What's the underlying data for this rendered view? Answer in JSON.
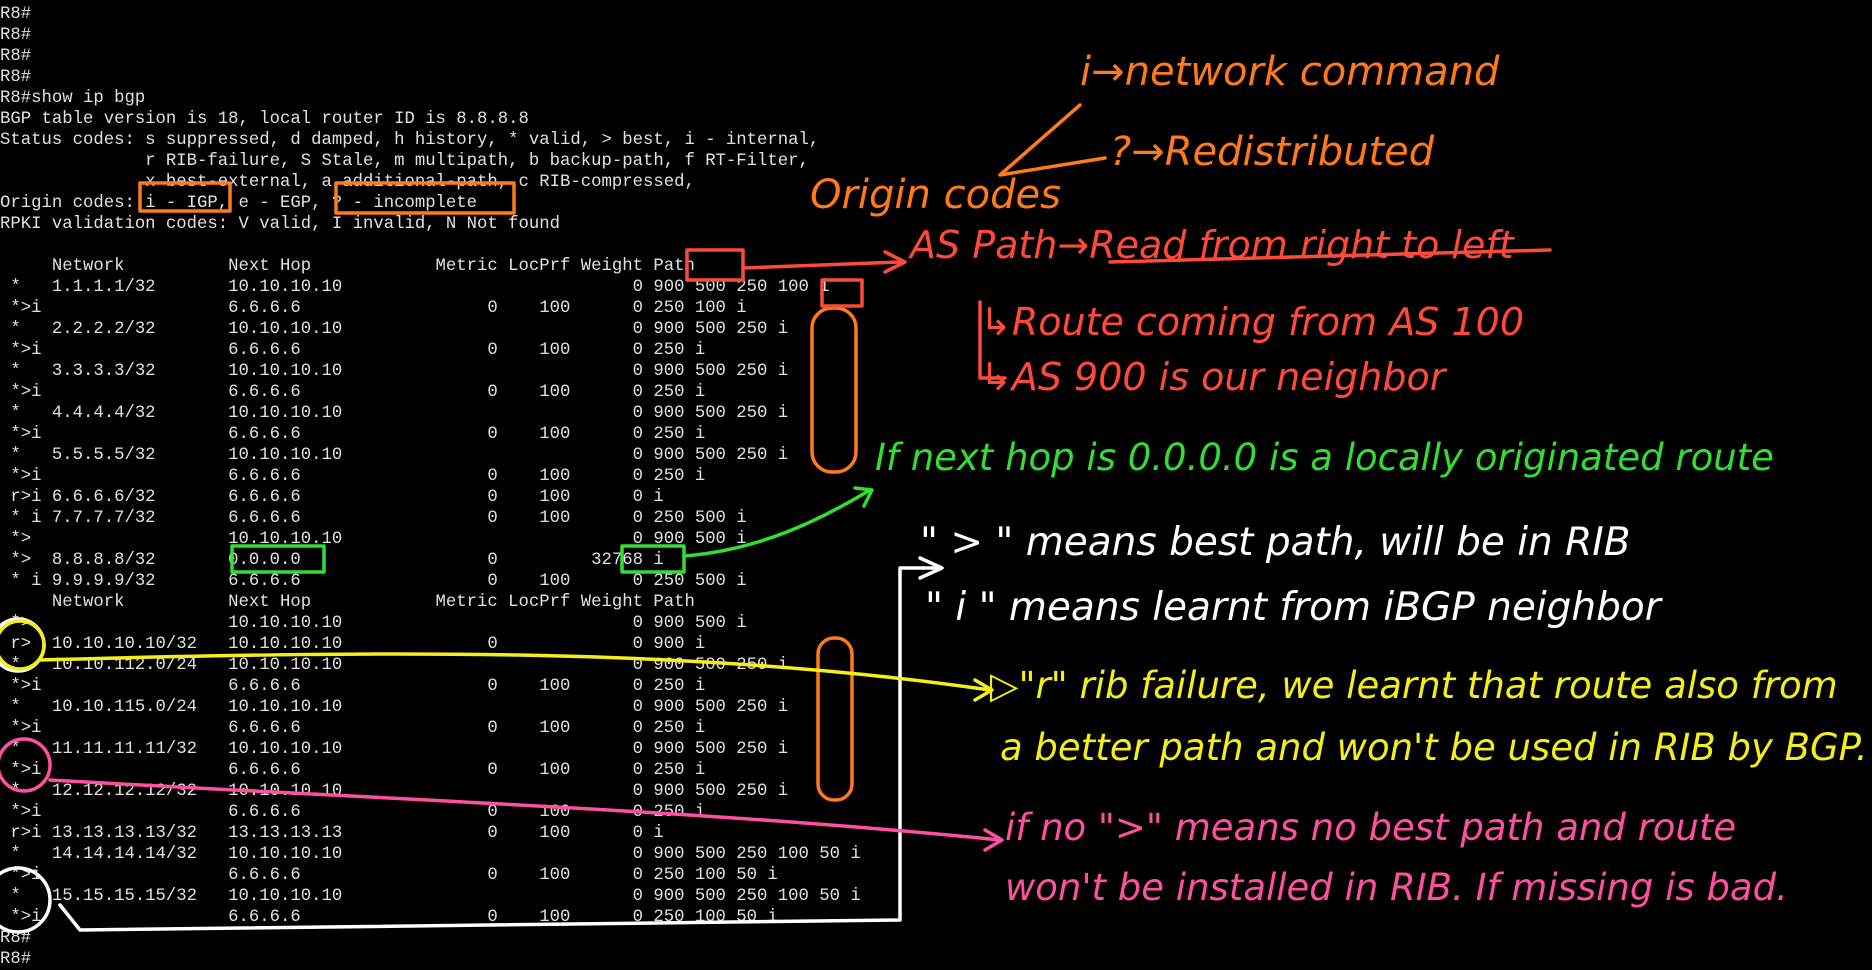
{
  "terminal": {
    "lines": [
      "R8#",
      "R8#",
      "R8#",
      "R8#",
      "R8#show ip bgp",
      "BGP table version is 18, local router ID is 8.8.8.8",
      "Status codes: s suppressed, d damped, h history, * valid, > best, i - internal,",
      "              r RIB-failure, S Stale, m multipath, b backup-path, f RT-Filter,",
      "              x best-external, a additional-path, c RIB-compressed,",
      "Origin codes: i - IGP, e - EGP, ? - incomplete",
      "RPKI validation codes: V valid, I invalid, N Not found",
      "",
      "     Network          Next Hop            Metric LocPrf Weight Path",
      " *   1.1.1.1/32       10.10.10.10                            0 900 500 250 100 i",
      " *>i                  6.6.6.6                  0    100      0 250 100 i",
      " *   2.2.2.2/32       10.10.10.10                            0 900 500 250 i",
      " *>i                  6.6.6.6                  0    100      0 250 i",
      " *   3.3.3.3/32       10.10.10.10                            0 900 500 250 i",
      " *>i                  6.6.6.6                  0    100      0 250 i",
      " *   4.4.4.4/32       10.10.10.10                            0 900 500 250 i",
      " *>i                  6.6.6.6                  0    100      0 250 i",
      " *   5.5.5.5/32       10.10.10.10                            0 900 500 250 i",
      " *>i                  6.6.6.6                  0    100      0 250 i",
      " r>i 6.6.6.6/32       6.6.6.6                  0    100      0 i",
      " * i 7.7.7.7/32       6.6.6.6                  0    100      0 250 500 i",
      " *>                   10.10.10.10                            0 900 500 i",
      " *>  8.8.8.8/32       0.0.0.0                  0         32768 i",
      " * i 9.9.9.9/32       6.6.6.6                  0    100      0 250 500 i",
      "     Network          Next Hop            Metric LocPrf Weight Path",
      " *>                   10.10.10.10                            0 900 500 i",
      " r>  10.10.10.10/32   10.10.10.10              0             0 900 i",
      " *   10.10.112.0/24   10.10.10.10                            0 900 500 250 i",
      " *>i                  6.6.6.6                  0    100      0 250 i",
      " *   10.10.115.0/24   10.10.10.10                            0 900 500 250 i",
      " *>i                  6.6.6.6                  0    100      0 250 i",
      " *   11.11.11.11/32   10.10.10.10                            0 900 500 250 i",
      " *>i                  6.6.6.6                  0    100      0 250 i",
      " *   12.12.12.12/32   10.10.10.10                            0 900 500 250 i",
      " *>i                  6.6.6.6                  0    100      0 250 i",
      " r>i 13.13.13.13/32   13.13.13.13              0    100      0 i",
      " *   14.14.14.14/32   10.10.10.10                            0 900 500 250 100 50 i",
      " *>i                  6.6.6.6                  0    100      0 250 100 50 i",
      " *   15.15.15.15/32   10.10.10.10                            0 900 500 250 100 50 i",
      " *>i                  6.6.6.6                  0    100      0 250 100 50 i",
      "R8#",
      "R8#"
    ]
  },
  "annotations": {
    "origin_i": "i→network command",
    "origin_q": "?→Redistributed",
    "origin_codes": "Origin codes",
    "as_path": "AS Path→Read from right to left",
    "route_from": "↳Route coming from AS 100",
    "neighbor": "↳AS 900 is our neighbor",
    "local_route": "If next hop is 0.0.0.0 is a locally originated route",
    "best_path": "\" > \" means best path, will be in RIB",
    "ibgp": "\" i \" means learnt from iBGP neighbor",
    "rib_fail_1": "▷\"r\" rib failure, we learnt that route also from",
    "rib_fail_2": "a better path and won't be used in RIB by BGP.",
    "no_best_1": "if no \">\" means no best path and route",
    "no_best_2": "won't be installed in RIB. If missing is bad."
  },
  "colors": {
    "background": "#000000",
    "terminal_text": "#e0e0e0",
    "orange": "#ff7a1a",
    "red": "#ff4a3a",
    "green": "#33dd33",
    "white": "#ffffff",
    "yellow": "#f5ee1a",
    "pink": "#ff4fa0"
  }
}
